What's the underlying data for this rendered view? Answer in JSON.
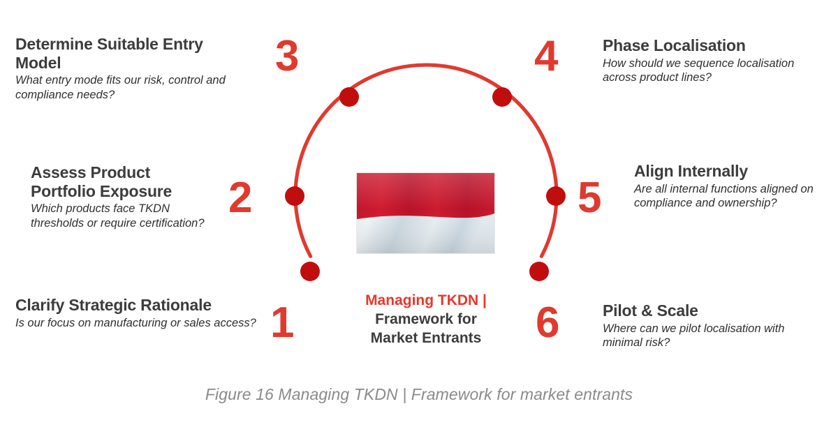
{
  "figure": {
    "caption": "Figure 16 Managing TKDN | Framework for market entrants",
    "center_label_line1": "Managing TKDN |",
    "center_label_line2": "Framework for",
    "center_label_line3": "Market Entrants",
    "flag_name": "indonesia-flag",
    "colors": {
      "accent_red": "#e8372c",
      "number_red": "#e03a2f",
      "dot_red": "#c00e0e",
      "arc_red": "#e03a2f",
      "heading_gray": "#3c3c3c",
      "caption_gray": "#8a8a8a",
      "flag_red": "#c8102e",
      "flag_white": "#e6edf2"
    }
  },
  "steps": [
    {
      "number": "1",
      "title": "Clarify Strategic Rationale",
      "question": "Is our focus on manufacturing or sales access?",
      "side": "left"
    },
    {
      "number": "2",
      "title": "Assess Product Portfolio Exposure",
      "question": "Which products face TKDN thresholds or require certification?",
      "side": "left"
    },
    {
      "number": "3",
      "title": "Determine Suitable Entry Model",
      "question": "What entry mode fits our risk, control and compliance needs?",
      "side": "left"
    },
    {
      "number": "4",
      "title": "Phase Localisation",
      "question": "How should we sequence localisation across product lines?",
      "side": "right"
    },
    {
      "number": "5",
      "title": "Align Internally",
      "question": "Are all internal functions aligned on compliance and ownership?",
      "side": "right"
    },
    {
      "number": "6",
      "title": "Pilot & Scale",
      "question": "Where can we pilot localisation with minimal risk?",
      "side": "right"
    }
  ]
}
